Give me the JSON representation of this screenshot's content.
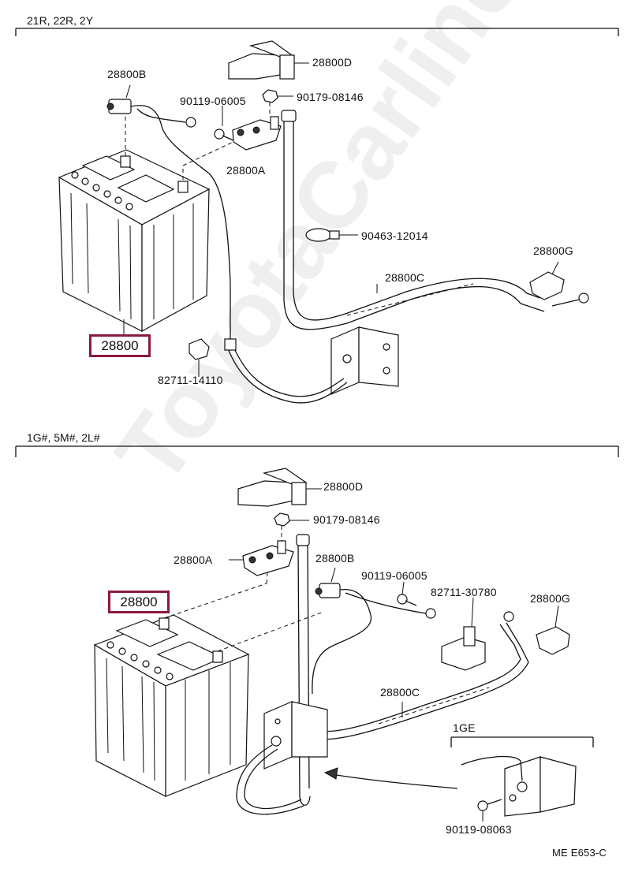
{
  "watermark": "ToyotaCarline.ru",
  "footer_code": "ME E653-C",
  "section_top": {
    "header": "21R, 22R, 2Y",
    "labels": {
      "p28800B": "28800B",
      "p28800D": "28800D",
      "p90119": "90119-06005",
      "p90179": "90179-08146",
      "p28800A": "28800A",
      "p90463": "90463-12014",
      "p28800G": "28800G",
      "p28800C": "28800C",
      "p28800": "28800",
      "p82711": "82711-14110"
    }
  },
  "section_bottom": {
    "header": "1G#, 5M#, 2L#",
    "labels": {
      "p28800D": "28800D",
      "p90179": "90179-08146",
      "p28800A": "28800A",
      "p28800B": "28800B",
      "p90119": "90119-06005",
      "p28800": "28800",
      "p82711": "82711-30780",
      "p28800G": "28800G",
      "p28800C": "28800C",
      "inset_label": "1GE",
      "p90119_08063": "90119-08063"
    }
  }
}
